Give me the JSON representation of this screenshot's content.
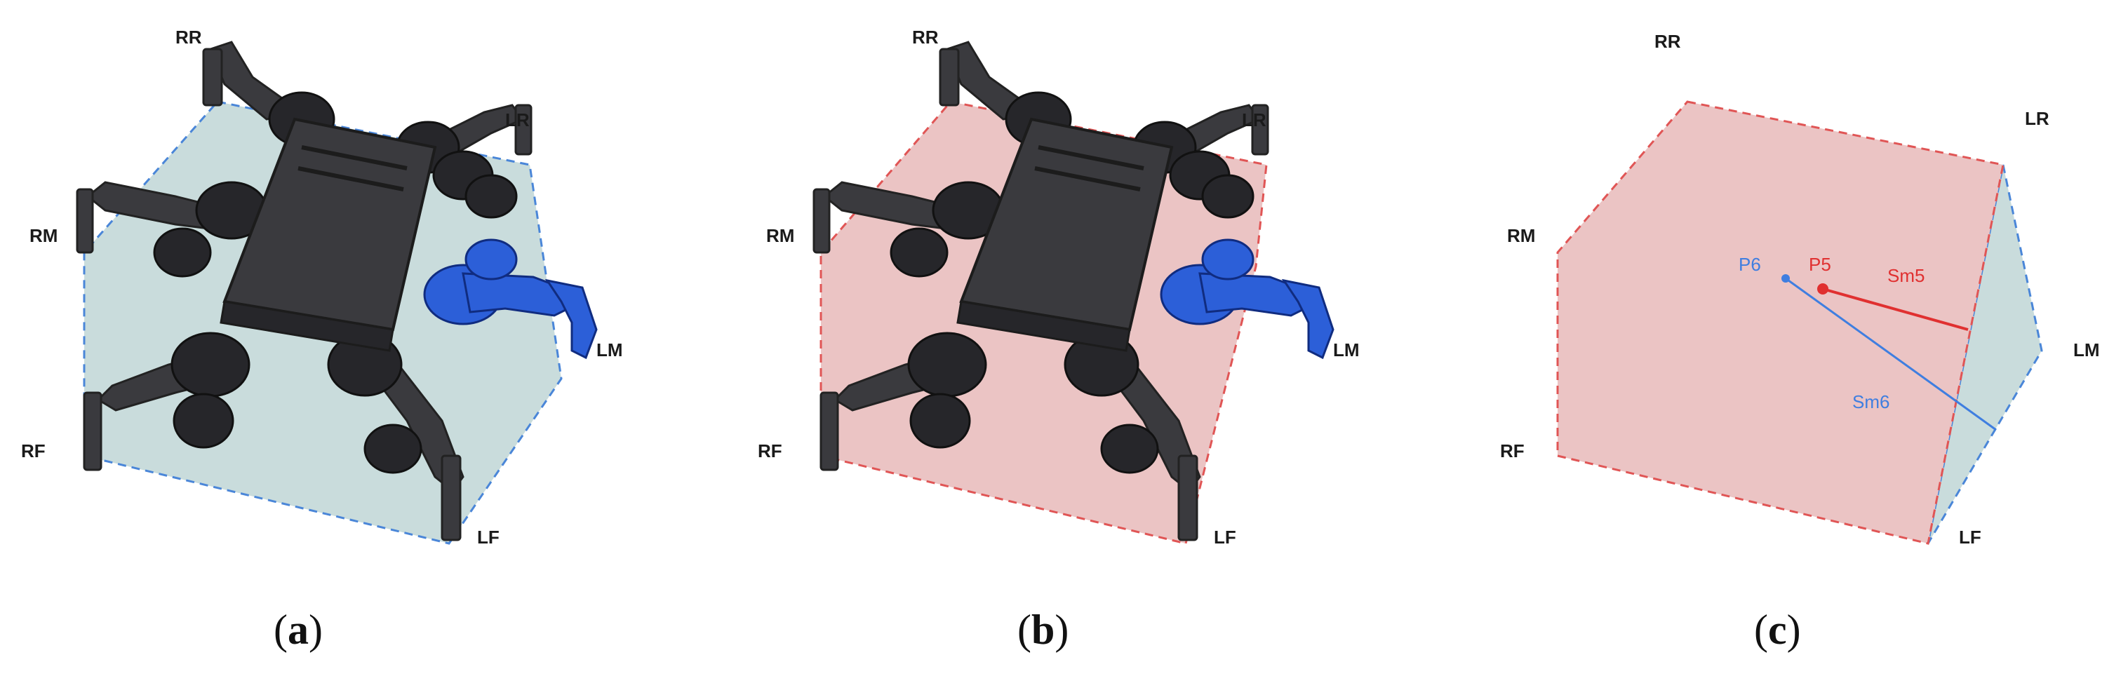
{
  "panels": [
    {
      "id": "a",
      "caption_open": "(",
      "caption_letter": "a",
      "caption_close": ")",
      "legs": {
        "RR": "RR",
        "LR": "LR",
        "RM": "RM",
        "LM": "LM",
        "RF": "RF",
        "LF": "LF"
      }
    },
    {
      "id": "b",
      "caption_open": "(",
      "caption_letter": "b",
      "caption_close": ")",
      "legs": {
        "RR": "RR",
        "LR": "LR",
        "RM": "RM",
        "LM": "LM",
        "RF": "RF",
        "LF": "LF"
      }
    },
    {
      "id": "c",
      "caption_open": "(",
      "caption_letter": "c",
      "caption_close": ")",
      "legs": {
        "RR": "RR",
        "LR": "LR",
        "RM": "RM",
        "LM": "LM",
        "RF": "RF",
        "LF": "LF"
      },
      "points": {
        "p6": "P6",
        "p5": "P5"
      },
      "margins": {
        "sm5": "Sm5",
        "sm6": "Sm6"
      }
    }
  ],
  "colors": {
    "blue_polygon_fill": "#c9dcdc",
    "blue_dash": "#4a86d8",
    "red_polygon_fill": "#ebc4c4",
    "red_dash": "#e05555",
    "robot_body": "#3a3a3e",
    "robot_dark": "#26262a",
    "lifted_leg": "#2c5fd8",
    "p5_color": "#e03030",
    "p6_color": "#3f7ee0"
  },
  "icons": {
    "robot": "hexapod-robot-icon",
    "lifted_leg": "lifted-leg-icon"
  }
}
